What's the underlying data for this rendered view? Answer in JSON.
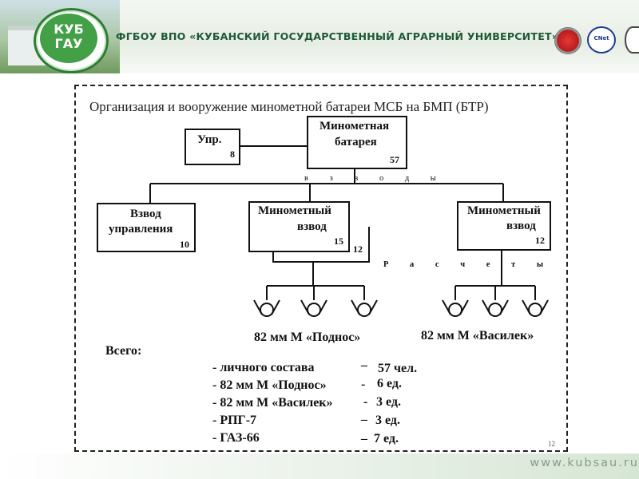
{
  "header": {
    "logo_line1": "КУБ",
    "logo_line2": "ГАУ",
    "title": "ФГБОУ ВПО «КУБАНСКИЙ ГОСУДАРСТВЕННЫЙ АГРАРНЫЙ УНИВЕРСИТЕТ»",
    "emblem2_text": "CNet"
  },
  "footer": {
    "url": "www.kubsau.ru"
  },
  "slide": {
    "title": "Организация и вооружение минометной батареи МСБ на БМП (БТР)",
    "page_number": "12",
    "boxes": {
      "battery": {
        "line1": "Минометная",
        "line2": "батарея",
        "count": "57"
      },
      "upr": {
        "label": "Упр.",
        "count": "8"
      },
      "control_platoon": {
        "line1": "Взвод",
        "line2": "управления",
        "count": "10"
      },
      "mortar_platoon_1": {
        "line1": "Минометный",
        "line2": "взвод",
        "count": "15",
        "extra": "12"
      },
      "mortar_platoon_2": {
        "line1": "Минометный",
        "line2": "взвод",
        "count": "12"
      }
    },
    "label_platoons": "в з в о д ы",
    "label_crews": "Р а с ч е т ы",
    "weapon_1": "82 мм М «Поднос»",
    "weapon_2": "82 мм М «Василек»",
    "summary": {
      "heading": "Всего:",
      "rows": [
        {
          "item": "-  личного состава",
          "dash": "–",
          "value": "57 чел."
        },
        {
          "item": "-  82 мм М «Поднос»",
          "dash": "-",
          "value": "6 ед."
        },
        {
          "item": "-  82 мм М «Василек»",
          "dash": "-",
          "value": "3 ед."
        },
        {
          "item": "-  РПГ-7",
          "dash": "–",
          "value": "3 ед."
        },
        {
          "item": "-  ГАЗ-66",
          "dash": "–",
          "value": "7 ед."
        }
      ]
    }
  }
}
